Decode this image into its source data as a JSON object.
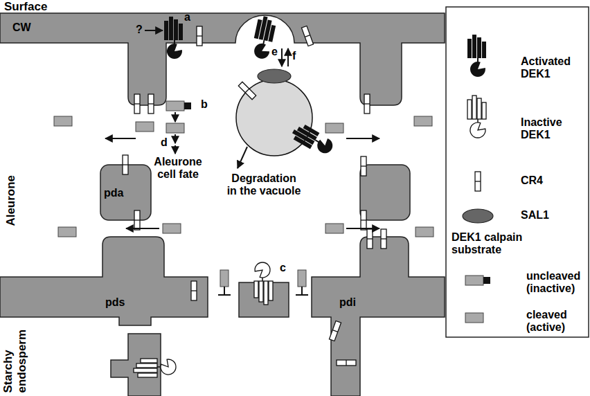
{
  "diagram": {
    "labels": [
      "Surface",
      "CW",
      "?",
      "a",
      "b",
      "Aleurone",
      "d",
      "e",
      "f",
      "Aleurone cell fate",
      "pda",
      "Degradation in the vacuole",
      "c",
      "pdi",
      "pds",
      "Starchy endosperm",
      "DEK1 calpain substrate"
    ],
    "legend": [
      {
        "text": "Activated DEK1"
      },
      {
        "text": "Inactive DEK1"
      },
      {
        "text": "CR4"
      },
      {
        "text": "SAL1"
      },
      {
        "text": "uncleaved (inactive)"
      },
      {
        "text": "cleaved (active)"
      }
    ]
  }
}
